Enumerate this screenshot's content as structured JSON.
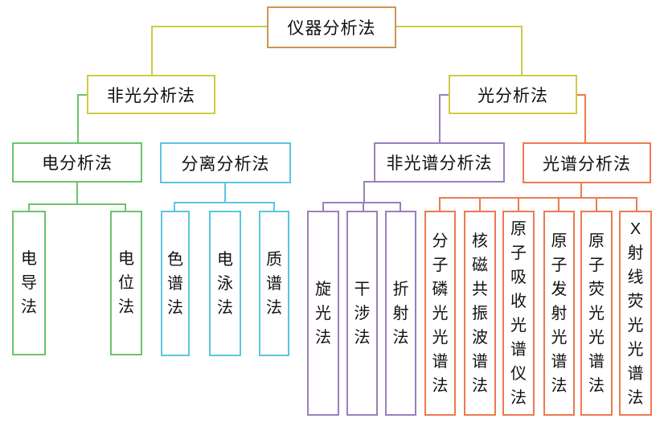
{
  "diagram": {
    "root": {
      "label": "仪器分析法"
    },
    "branches": {
      "non_optical": {
        "label": "非光分析法"
      },
      "optical": {
        "label": "光分析法"
      },
      "electro": {
        "label": "电分析法",
        "items": [
          "电导法",
          "电位法"
        ]
      },
      "separation": {
        "label": "分离分析法",
        "items": [
          "色谱法",
          "电泳法",
          "质谱法"
        ]
      },
      "non_spectro": {
        "label": "非光谱分析法",
        "items": [
          "旋光法",
          "干涉法",
          "折射法"
        ]
      },
      "spectro": {
        "label": "光谱分析法",
        "items": [
          "分子磷光光谱法",
          "核磁共振波谱法",
          "原子吸收光谱仪法",
          "原子发射光谱法",
          "原子荧光光谱法",
          "X射线荧光光谱法"
        ]
      }
    },
    "colors": {
      "root": "#cc9655",
      "yellow": "#cccc44",
      "green": "#6cc36c",
      "cyan": "#5cc5e2",
      "purple": "#9a7fbc",
      "orange": "#ec7a50",
      "text": "#111111"
    }
  }
}
